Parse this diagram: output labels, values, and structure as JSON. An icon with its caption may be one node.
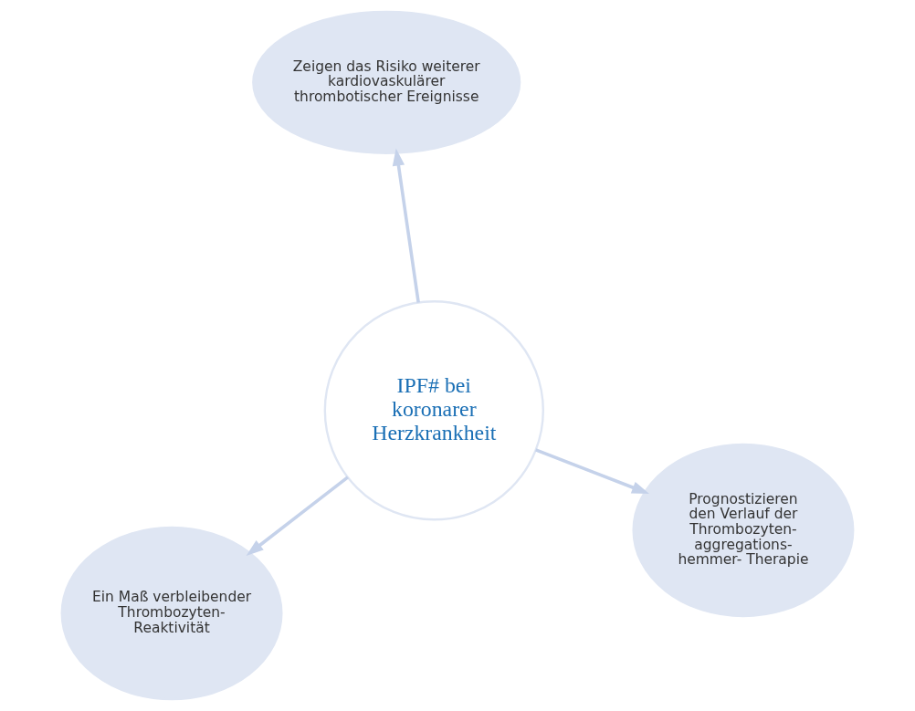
{
  "diagram": {
    "nodes": [
      {
        "text": [
          "Ein Maß verbleibender Thrombozyten- Reaktivität"
        ]
      },
      {
        "text": [
          "Prognostizieren den Verlauf der Thrombozyten- aggregations- hemmer- Therapie"
        ]
      },
      {
        "text": [
          "IPF# bei koronarer Herzkrankheit"
        ]
      },
      {
        "text": [
          "Zeigen das Risiko weiterer kardiovaskulärer thrombotischer Ereignisse"
        ]
      }
    ],
    "edges": [
      {
        "from": 2,
        "to": 0,
        "arrow": "to"
      },
      {
        "from": 2,
        "to": 1,
        "arrow": "to"
      },
      {
        "from": 2,
        "to": 3,
        "arrow": "to"
      }
    ]
  }
}
